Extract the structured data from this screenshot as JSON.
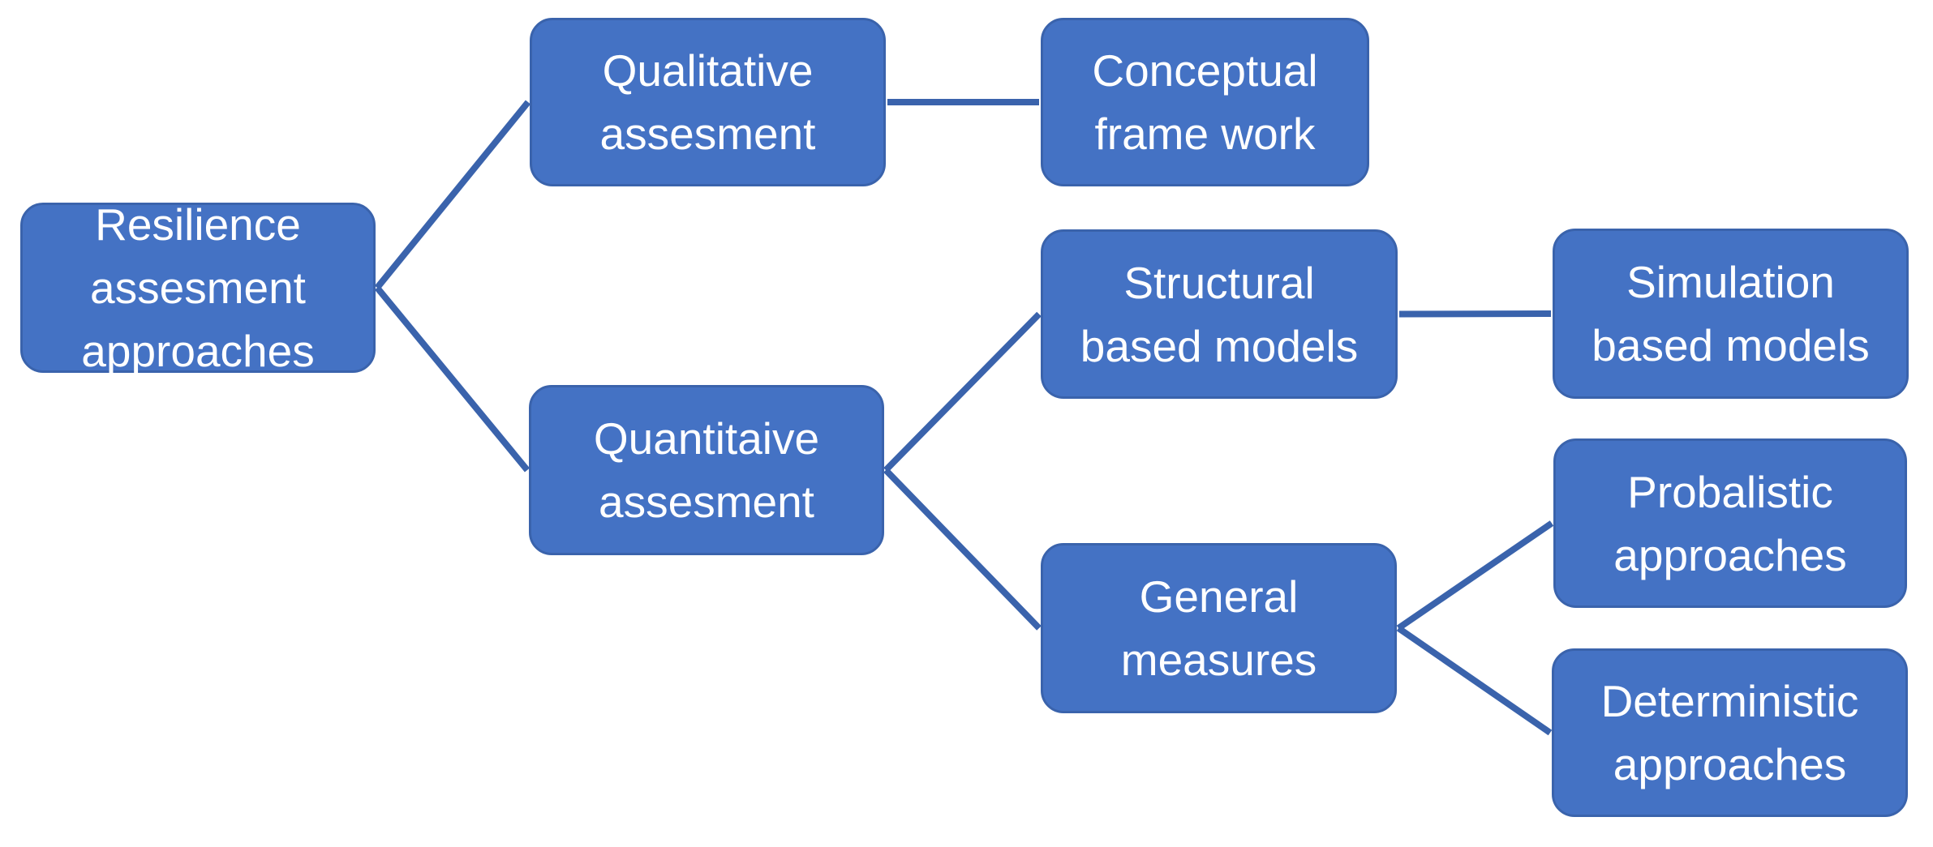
{
  "colors": {
    "background": "#FFFFFF",
    "node_fill": "#4472C4",
    "node_border": "#3A63AC",
    "connector": "#3A63AC",
    "text": "#FFFFFF"
  },
  "diagram": {
    "type": "tree",
    "direction": "left-to-right",
    "nodes": {
      "root": {
        "label": "Resilience\nassesment\napproaches"
      },
      "qualitative": {
        "label": "Qualitative\nassesment"
      },
      "conceptual": {
        "label": "Conceptual\nframe work"
      },
      "quantitative": {
        "label": "Quantitaive\nassesment"
      },
      "structural": {
        "label": "Structural\nbased models"
      },
      "simulation": {
        "label": "Simulation\nbased models"
      },
      "general": {
        "label": "General\nmeasures"
      },
      "probabilistic": {
        "label": "Probalistic\napproaches"
      },
      "deterministic": {
        "label": "Deterministic\napproaches"
      }
    },
    "edges": [
      {
        "from": "root",
        "to": "qualitative"
      },
      {
        "from": "root",
        "to": "quantitative"
      },
      {
        "from": "qualitative",
        "to": "conceptual"
      },
      {
        "from": "quantitative",
        "to": "structural"
      },
      {
        "from": "quantitative",
        "to": "general"
      },
      {
        "from": "structural",
        "to": "simulation"
      },
      {
        "from": "general",
        "to": "probabilistic"
      },
      {
        "from": "general",
        "to": "deterministic"
      }
    ],
    "connector_width": 8
  }
}
